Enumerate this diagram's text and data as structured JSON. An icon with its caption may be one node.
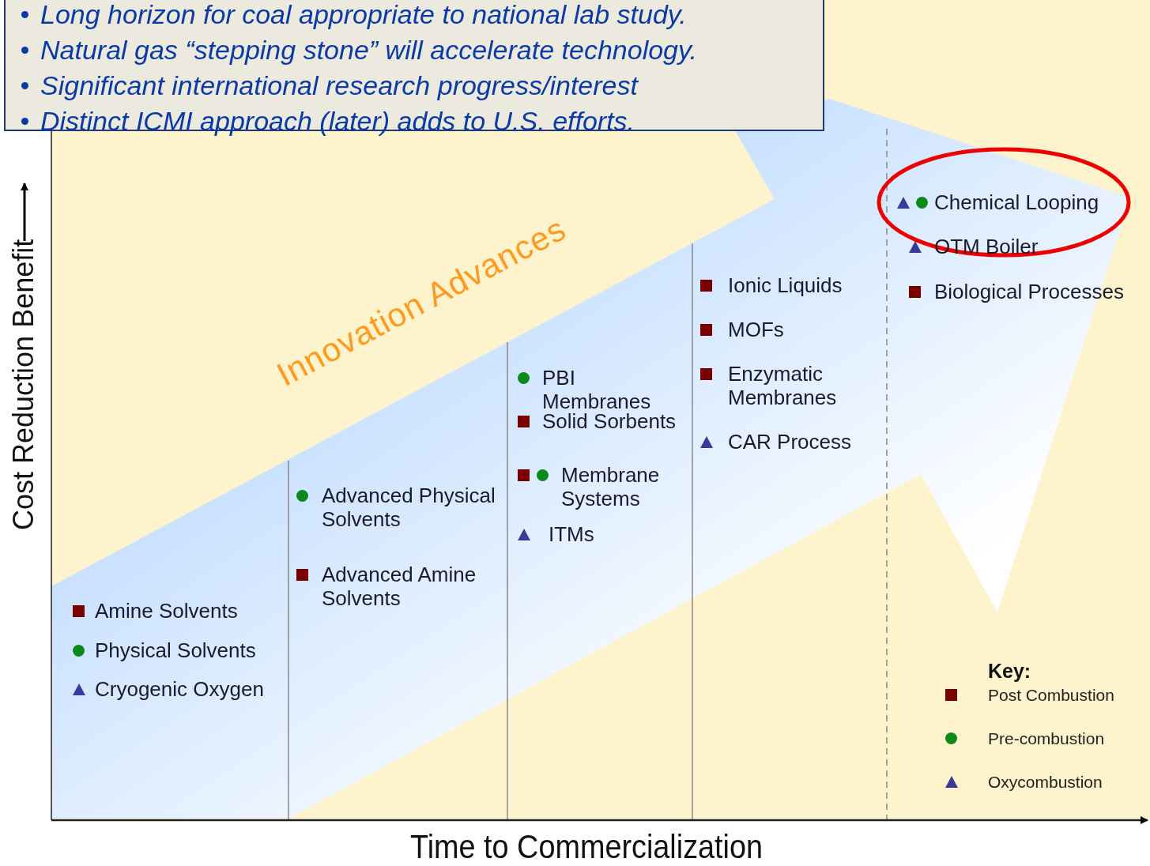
{
  "diagram": {
    "labels": [
      "Long horizon for coal appropriate to national lab study.",
      "Natural gas “stepping stone” will accelerate technology.",
      "Significant international research progress/interest",
      "Distinct ICMI approach (later) adds to U.S. efforts.",
      "Innovation Advances",
      "Cost Reduction Benefit",
      "Amine Solvents",
      "Physical Solvents",
      "Cryogenic Oxygen",
      "Advanced Physical Solvents",
      "Advanced Amine Solvents",
      "PBI Membranes",
      "Solid Sorbents",
      "Membrane Systems",
      "ITMs",
      "Ionic Liquids",
      "MOFs",
      "Enzymatic Membranes",
      "CAR Process",
      "Chemical Looping",
      "OTM Boiler",
      "Biological Processes",
      "Key:",
      "Time to Commercialization"
    ],
    "legend": [
      {
        "text": "Post Combustion",
        "color": "#7a0000"
      },
      {
        "text": "Pre-combustion",
        "color": "#0a8a1a"
      },
      {
        "text": "Oxycombustion",
        "color": "#3a3a9a"
      }
    ]
  }
}
